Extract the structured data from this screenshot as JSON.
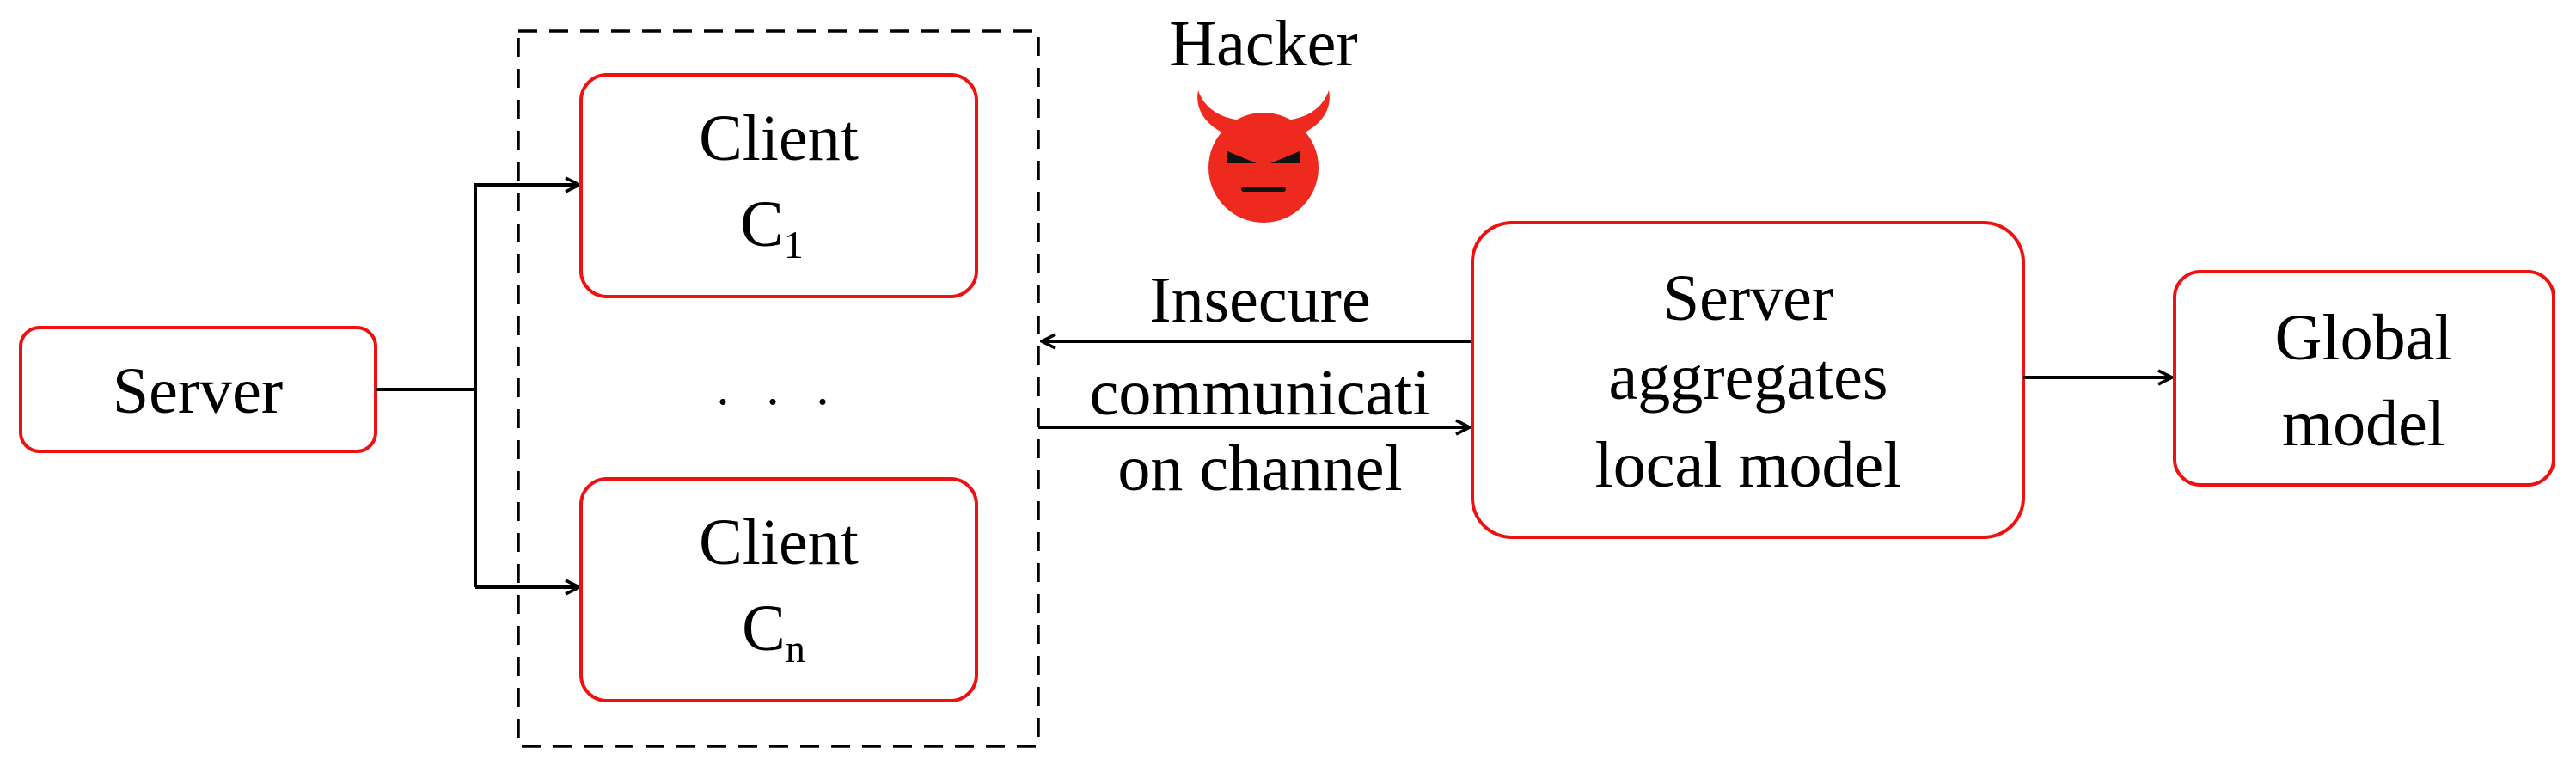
{
  "nodes": {
    "server": "Server",
    "client_1": {
      "label": "Client",
      "symbol": "C",
      "subscript": "1"
    },
    "ellipsis": ". . .",
    "client_n": {
      "label": "Client",
      "symbol": "C",
      "subscript": "n"
    },
    "hacker": "Hacker",
    "channel": {
      "line1": "Insecure",
      "line2": "communicati",
      "line3": "on channel"
    },
    "aggregator": {
      "line1": "Server",
      "line2": "aggregates",
      "line3": "local model"
    },
    "global_model": {
      "line1": "Global",
      "line2": "model"
    }
  },
  "icons": {
    "hacker": "devil-face-icon"
  },
  "colors": {
    "box_border": "#ee1111",
    "devil": "#ee2a1e",
    "ink": "#000000"
  }
}
